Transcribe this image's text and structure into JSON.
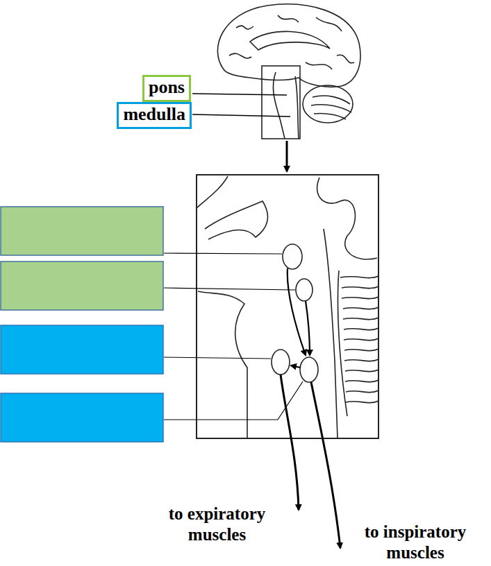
{
  "diagram": {
    "nodes": [
      {
        "text": [
          "pons"
        ]
      },
      {
        "text": [
          "medulla"
        ]
      }
    ],
    "labels": [
      "to expiratory muscles",
      "to inspiratory muscles"
    ]
  }
}
